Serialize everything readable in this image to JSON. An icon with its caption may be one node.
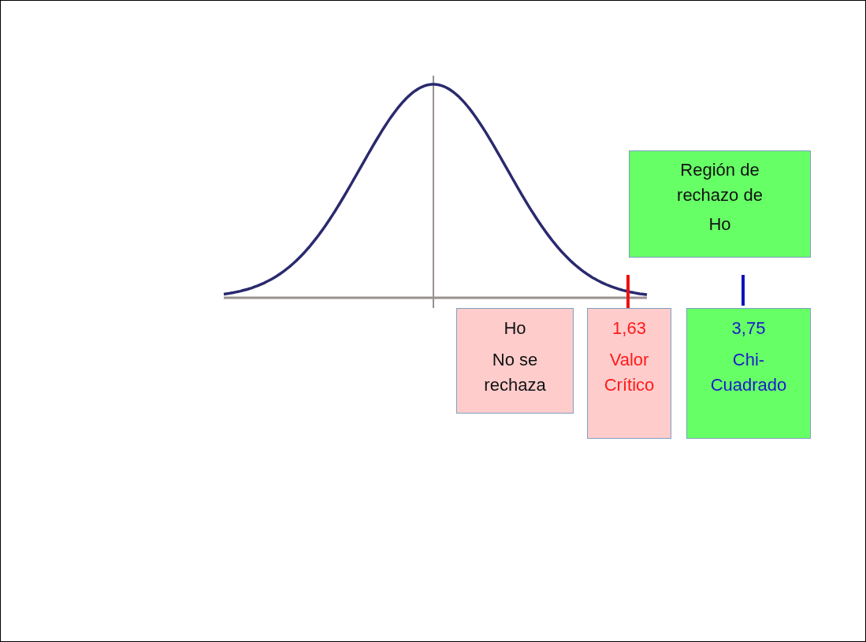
{
  "diagram": {
    "nodes": [
      {
        "text": [
          "Región de rechazo de",
          "Ho"
        ]
      },
      {
        "text": [
          "Ho",
          "No se rechaza"
        ]
      },
      {
        "text": [
          "1,63",
          "Valor Crítico"
        ]
      },
      {
        "text": [
          "3,75",
          "Chi-Cuadrado"
        ]
      }
    ]
  }
}
